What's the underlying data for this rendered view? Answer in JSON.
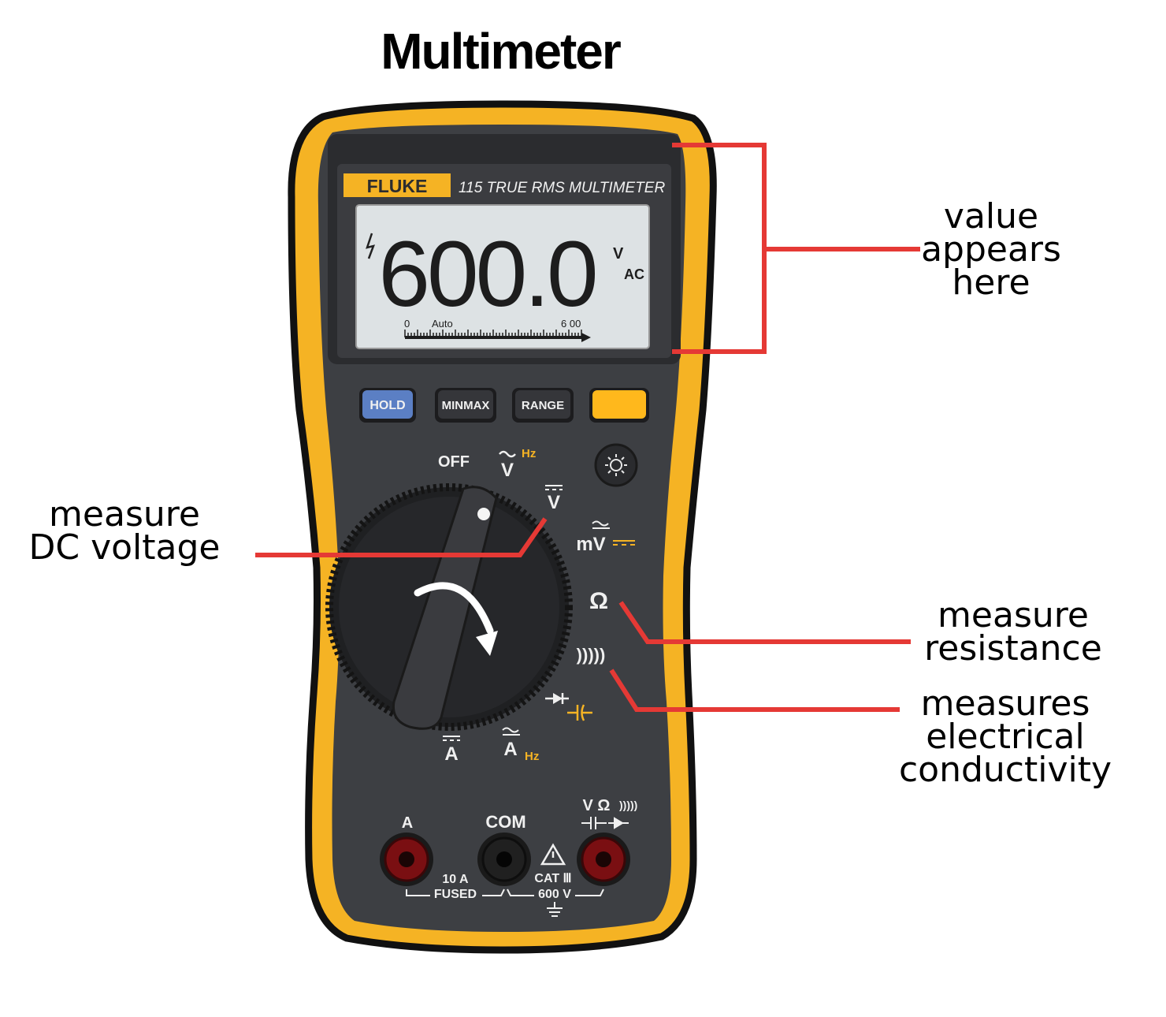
{
  "title": "Multimeter",
  "device": {
    "brand": "FLUKE",
    "model_line": "115 TRUE RMS MULTIMETER",
    "display": {
      "value": "600.0",
      "unit_top": "V",
      "unit_bottom": "AC",
      "scale_start": "0",
      "scale_mode": "Auto",
      "scale_end": "6 00"
    },
    "buttons": {
      "hold": "HOLD",
      "minmax": "MINMAX",
      "range": "RANGE"
    },
    "dial": {
      "off": "OFF",
      "v_ac": "V",
      "hz_top": "Hz",
      "v_dc": "V",
      "mv": "mV",
      "ohm": "Ω",
      "continuity": ")))))",
      "a_dc": "A",
      "a_ac": "A",
      "hz_bottom": "Hz"
    },
    "jacks": {
      "a_label": "A",
      "com_label": "COM",
      "v_label": "V Ω",
      "fused_line1": "10 A",
      "fused_line2": "FUSED",
      "cat_line1": "CAT Ⅲ",
      "cat_line2": "600 V"
    }
  },
  "callouts": {
    "display": [
      "value",
      "appears",
      "here"
    ],
    "dc": [
      "measure",
      "DC voltage"
    ],
    "resistance": [
      "measure",
      "resistance"
    ],
    "conductivity": [
      "measures",
      "electrical",
      "conductivity"
    ]
  },
  "colors": {
    "case_yellow": "#f5b324",
    "body_gray": "#3d3f43",
    "lcd": "#dde2e4",
    "hold_blue": "#5b7fc4",
    "accent_yellow": "#ffb81c",
    "callout_red": "#e53935"
  }
}
